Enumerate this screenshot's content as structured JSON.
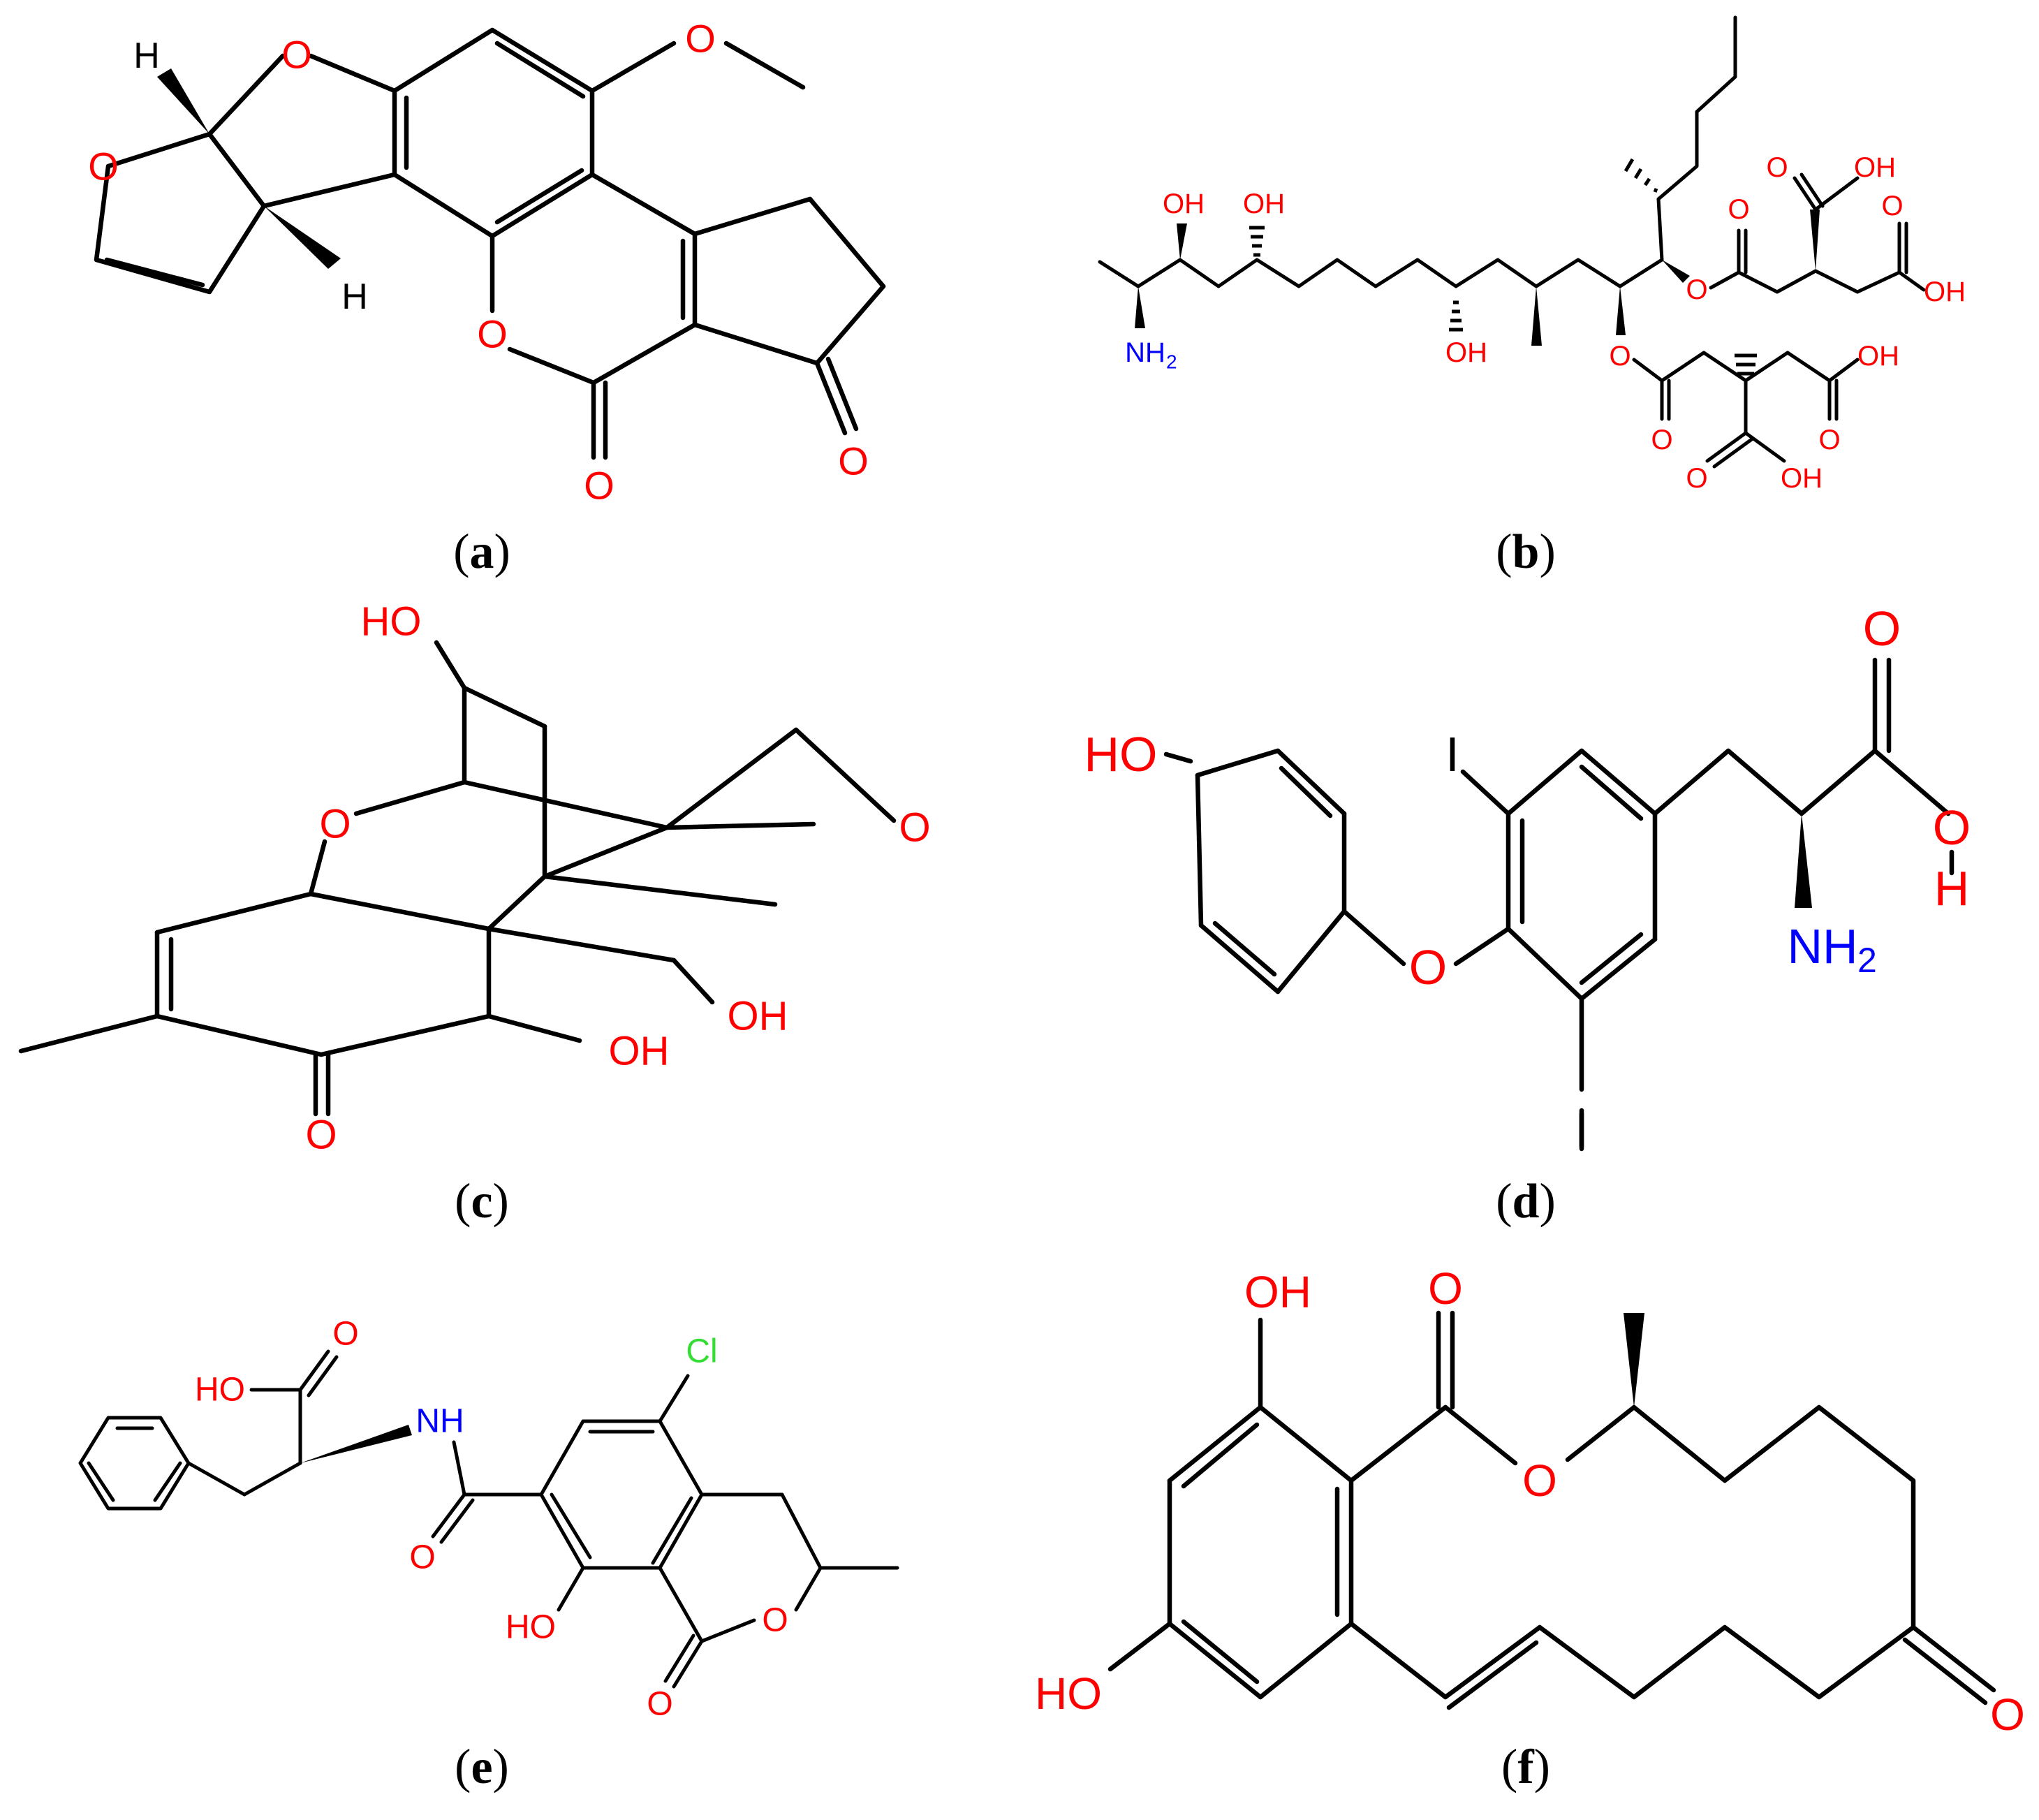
{
  "colors": {
    "oxygen": "#ff0000",
    "nitrogen": "#0000ff",
    "chlorine": "#33dd33",
    "carbon": "#000000"
  },
  "panels": [
    {
      "id": "a",
      "caption": "a",
      "labels": {
        "o1": "O",
        "o2": "O",
        "o3": "O",
        "o4": "O",
        "o5": "O",
        "o6": "O",
        "h1": "H",
        "h2": "H"
      }
    },
    {
      "id": "b",
      "caption": "b",
      "labels": {
        "oh1": "OH",
        "oh2": "OH",
        "oh3": "OH",
        "nh2": "NH",
        "nh2_sub": "2",
        "o1": "O",
        "o2": "O",
        "o3": "O",
        "o4": "O",
        "o5": "O",
        "o6": "O",
        "o7": "O",
        "o8": "O",
        "oh4": "OH",
        "oh5": "OH",
        "oh6": "OH",
        "oh7": "OH"
      }
    },
    {
      "id": "c",
      "caption": "c",
      "labels": {
        "ho": "HO",
        "o1": "O",
        "o2": "O",
        "oh1": "OH",
        "oh2": "OH",
        "o3": "O"
      }
    },
    {
      "id": "d",
      "caption": "d",
      "labels": {
        "ho": "HO",
        "i1": "I",
        "i2": "I",
        "o1": "O",
        "o2": "O",
        "o3": "O",
        "h": "H",
        "nh2": "NH",
        "nh2_sub": "2"
      }
    },
    {
      "id": "e",
      "caption": "e",
      "labels": {
        "o1": "O",
        "ho1": "HO",
        "nh": "NH",
        "cl": "Cl",
        "o2": "O",
        "ho2": "HO",
        "o3": "O",
        "o4": "O"
      }
    },
    {
      "id": "f",
      "caption": "f",
      "labels": {
        "oh": "OH",
        "o1": "O",
        "o2": "O",
        "ho": "HO",
        "o3": "O"
      }
    }
  ]
}
